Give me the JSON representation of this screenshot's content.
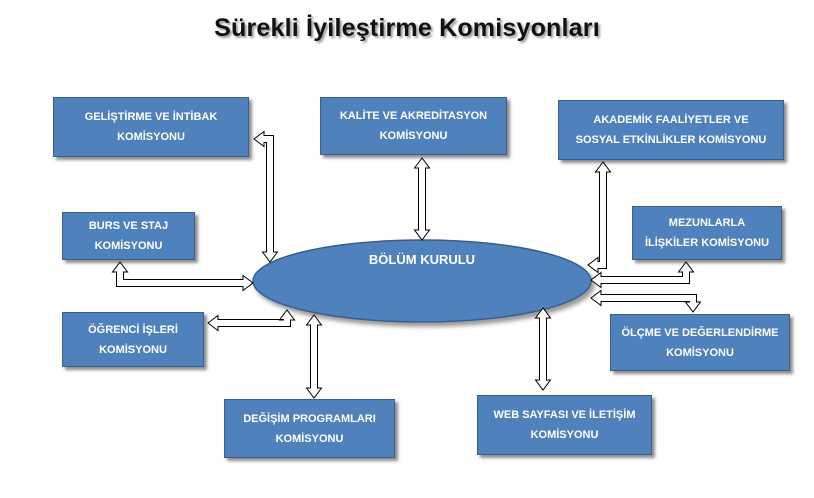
{
  "title": "Sürekli İyileştirme Komisyonları",
  "center": "BÖLÜM KURULU",
  "boxes": {
    "gelistirme": [
      "GELİŞTİRME VE İNTİBAK",
      "KOMİSYONU"
    ],
    "kalite": [
      "KALİTE VE AKREDİTASYON",
      "KOMİSYONU"
    ],
    "akademik": [
      "AKADEMİK FAALİYETLER VE",
      "SOSYAL ETKİNLİKLER KOMİSYONU"
    ],
    "burs": [
      "BURS VE STAJ",
      "KOMİSYONU"
    ],
    "mezunlarla": [
      "MEZUNLARLA",
      "İLİŞKİLER KOMİSYONU"
    ],
    "ogrenci": [
      "ÖĞRENCİ İŞLERİ",
      "KOMİSYONU"
    ],
    "olcme": [
      "ÖLÇME VE DEĞERLENDİRME",
      "KOMİSYONU"
    ],
    "degisim": [
      "DEĞİŞİM PROGRAMLARI",
      "KOMİSYONU"
    ],
    "web": [
      "WEB SAYFASI VE İLETİŞİM",
      "KOMİSYONU"
    ]
  },
  "colors": {
    "box_fill": "#4f81bd",
    "box_border": "#3a5f8a",
    "text": "#ffffff",
    "arrow": "#ffffff"
  }
}
